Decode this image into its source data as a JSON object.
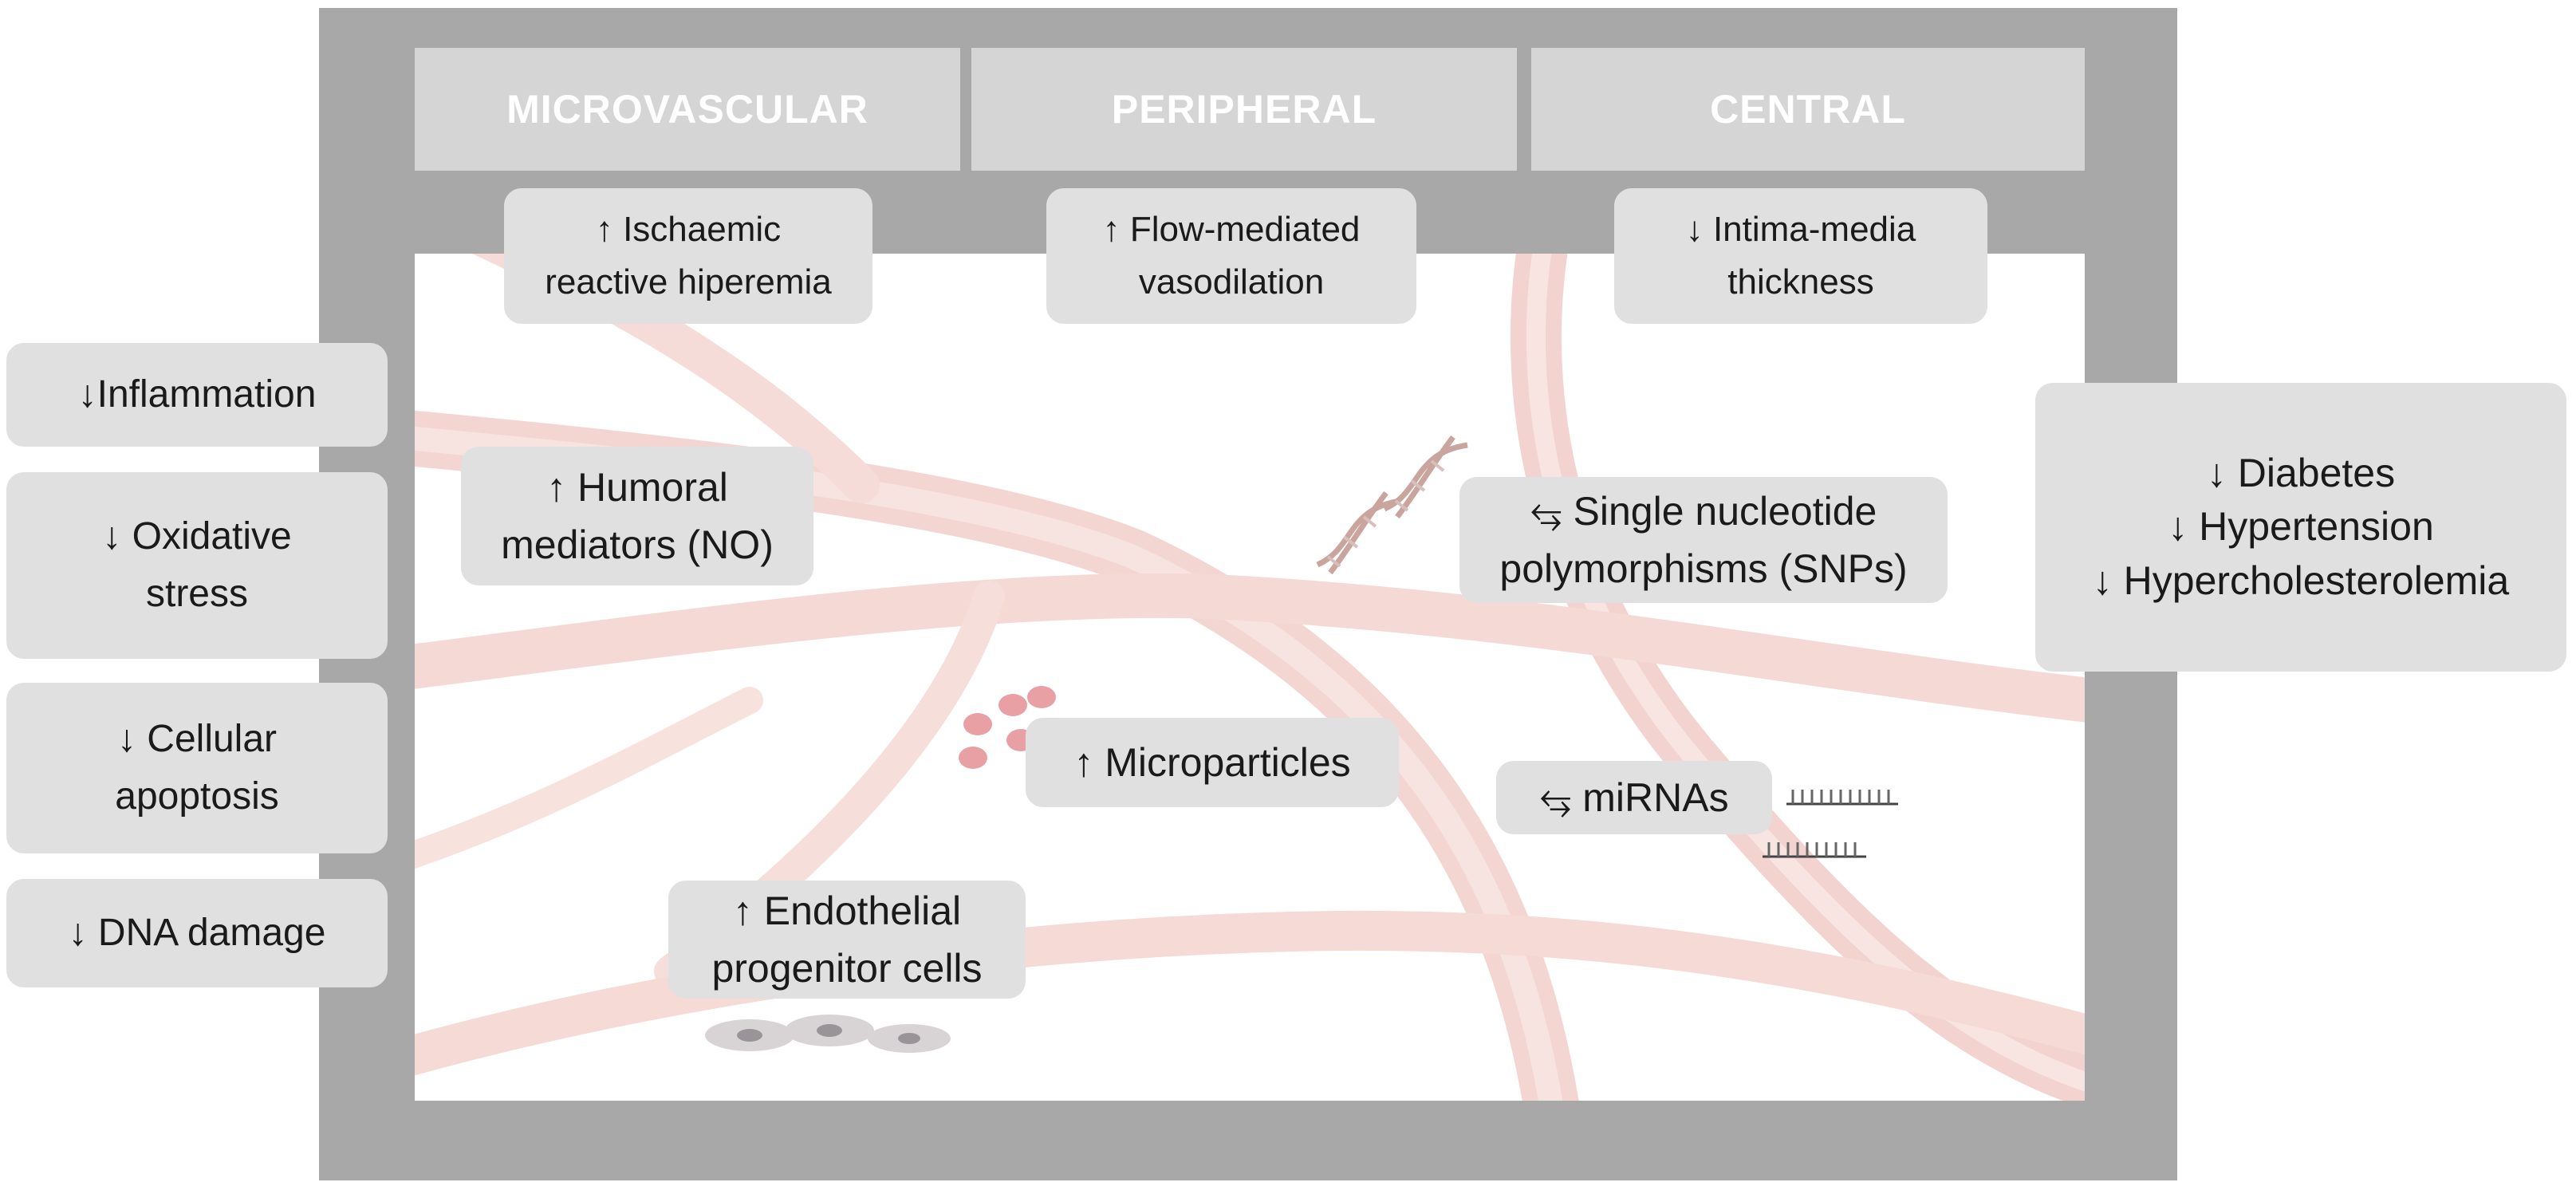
{
  "headers": {
    "microvascular": "MICROVASCULAR",
    "peripheral": "PERIPHERAL",
    "central": "CENTRAL"
  },
  "measures": {
    "microvascular": "↑ Ischaemic\nreactive hiperemia",
    "peripheral": "↑ Flow-mediated\nvasodilation",
    "central": "↓ Intima-media\nthickness"
  },
  "biomarkers": {
    "humoral": "↑ Humoral\nmediators (NO)",
    "snps": "⥃ Single nucleotide\npolymorphisms (SNPs)",
    "microparticles": "↑ Microparticles",
    "mirnas": "⥃ miRNAs",
    "epc": "↑ Endothelial\nprogenitor cells"
  },
  "left_effects": [
    "↓Inflammation",
    "↓ Oxidative\nstress",
    "↓ Cellular\napoptosis",
    "↓ DNA damage"
  ],
  "right_effects": "↓ Diabetes\n↓ Hypertension\n↓ Hypercholesterolemia",
  "colors": {
    "frame": "#a8a8a8",
    "header": "#d5d5d5",
    "box": "#e0e0e0",
    "vessel": "#f2d0cb",
    "microparticle": "#e8a0a4"
  }
}
